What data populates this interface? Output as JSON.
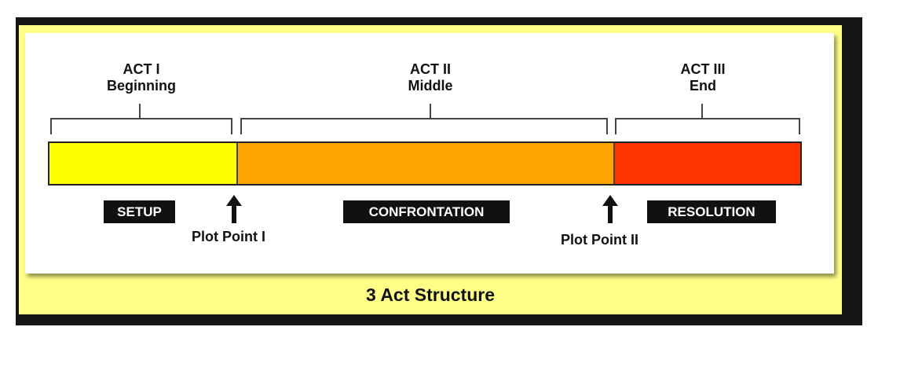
{
  "acts": [
    {
      "title": "ACT I",
      "subtitle": "Beginning"
    },
    {
      "title": "ACT II",
      "subtitle": "Middle"
    },
    {
      "title": "ACT III",
      "subtitle": "End"
    }
  ],
  "segments": [
    {
      "label": "SETUP",
      "color": "#ffff00"
    },
    {
      "label": "CONFRONTATION",
      "color": "#ffa500"
    },
    {
      "label": "RESOLUTION",
      "color": "#ff3300"
    }
  ],
  "plot_points": [
    "Plot Point I",
    "Plot Point II"
  ],
  "footer": {
    "title": "3 Act Structure"
  },
  "colors": {
    "frame": "#161616",
    "panel": "#ffff88",
    "card": "#ffffff"
  }
}
